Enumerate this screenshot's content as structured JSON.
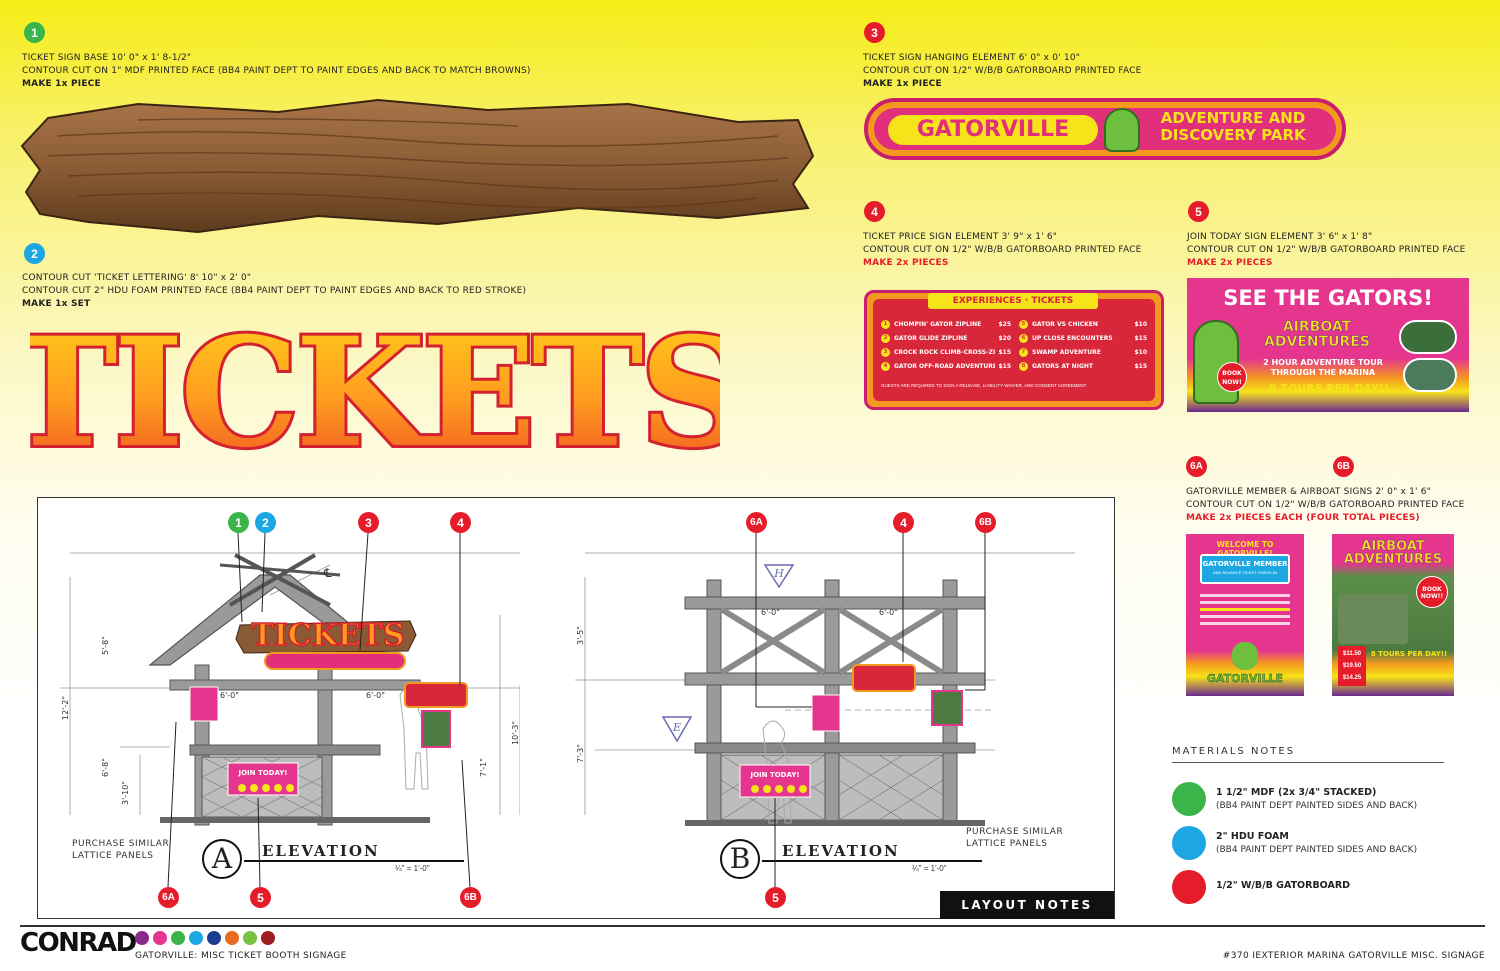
{
  "items": {
    "i1": {
      "num": "1",
      "line1": "TICKET SIGN BASE 10' 0\" x 1' 8-1/2\"",
      "line2": "CONTOUR CUT ON 1\" MDF PRINTED FACE (BB4 PAINT DEPT TO PAINT EDGES AND BACK TO MATCH BROWNS)",
      "make": "MAKE 1x PIECE"
    },
    "i2": {
      "num": "2",
      "line1": "CONTOUR CUT 'TICKET LETTERING' 8' 10\" x 2' 0\"",
      "line2": "CONTOUR CUT 2\" HDU FOAM PRINTED FACE (BB4 PAINT DEPT TO PAINT EDGES AND BACK TO RED STROKE)",
      "make": "MAKE 1x SET",
      "lettering": "TICKETS"
    },
    "i3": {
      "num": "3",
      "line1": "TICKET SIGN HANGING ELEMENT 6' 0\" x 0' 10\"",
      "line2": "CONTOUR CUT ON 1/2\" W/B/B GATORBOARD PRINTED FACE",
      "make": "MAKE 1x PIECE",
      "sign_left": "GATORVILLE",
      "sign_right1": "ADVENTURE AND",
      "sign_right2": "DISCOVERY PARK"
    },
    "i4": {
      "num": "4",
      "line1": "TICKET PRICE SIGN ELEMENT 3' 9\" x 1' 6\"",
      "line2": "CONTOUR CUT ON 1/2\" W/B/B GATORBOARD PRINTED FACE",
      "make": "MAKE 2x PIECES",
      "board_title": "EXPERIENCES · TICKETS",
      "left_items": [
        {
          "n": "1",
          "name": "CHOMPIN' GATOR ZIPLINE",
          "price": "$25"
        },
        {
          "n": "2",
          "name": "GATOR GLIDE ZIPLINE",
          "price": "$20"
        },
        {
          "n": "3",
          "name": "CROCK ROCK CLIMB-CROSS-ZIP",
          "price": "$15"
        },
        {
          "n": "4",
          "name": "GATOR OFF-ROAD ADVENTURE",
          "price": "$15"
        }
      ],
      "right_items": [
        {
          "n": "5",
          "name": "GATOR VS CHICKEN",
          "price": "$10"
        },
        {
          "n": "6",
          "name": "UP CLOSE ENCOUNTERS",
          "price": "$15"
        },
        {
          "n": "7",
          "name": "SWAMP ADVENTURE",
          "price": "$10"
        },
        {
          "n": "8",
          "name": "GATORS AT NIGHT",
          "price": "$15"
        }
      ],
      "footnote": "GUESTS ARE REQUIRED TO SIGN A RELEASE, LIABILITY WAIVER, AND CONSENT AGREEMENT."
    },
    "i5": {
      "num": "5",
      "line1": "JOIN TODAY SIGN ELEMENT 3' 6\" x 1' 8\"",
      "line2": "CONTOUR CUT ON 1/2\" W/B/B GATORBOARD PRINTED FACE",
      "make": "MAKE 2x PIECES",
      "headline": "SEE THE GATORS!",
      "brand1": "AIRBOAT",
      "brand2": "ADVENTURES",
      "tour1": "2 HOUR ADVENTURE TOUR",
      "tour2": "THROUGH THE MARINA",
      "book": "BOOK NOW!",
      "tours": "8 TOURS PER DAY!!"
    },
    "i6": {
      "numA": "6A",
      "numB": "6B",
      "line1": "GATORVILLE MEMBER & AIRBOAT SIGNS 2' 0\" x 1' 6\"",
      "line2": "CONTOUR CUT ON 1/2\" W/B/B GATORBOARD PRINTED FACE",
      "make": "MAKE 2x PIECES EACH (FOUR TOTAL PIECES)",
      "a_top": "WELCOME TO GATORVILLE!",
      "a_member": "GATORVILLE MEMBER",
      "a_sub": "AND ADVANCE TICKET CHECK-IN",
      "a_brand": "GATORVILLE",
      "b_brand1": "AIRBOAT",
      "b_brand2": "ADVENTURES",
      "b_book": "BOOK NOW!!",
      "b_tours": "8 TOURS PER DAY!!",
      "b_prices": [
        "$11.50",
        "$19.50",
        "$14.25"
      ]
    }
  },
  "elevations": {
    "a_letter": "A",
    "b_letter": "B",
    "label": "ELEVATION",
    "scale": "¼\" = 1'-0\"",
    "lattice_note1": "PURCHASE SIMILAR",
    "lattice_note2": "LATTICE PANELS",
    "join": "JOIN TODAY!",
    "dims": {
      "d1": "6'-0\"",
      "d2": "6'-0\"",
      "h1": "12'-2\"",
      "h2": "10'-3\"",
      "h3": "7'-1\"",
      "h4": "6'-8\"",
      "h5": "3'-10\"",
      "h6": "5'-8\"",
      "b1": "6'-0\"",
      "b2": "6'-0\"",
      "b3": "7'-3\"",
      "b4": "3'-5\""
    },
    "markers": {
      "h": "H",
      "e": "E",
      "cl": "℄"
    }
  },
  "layout_notes": "LAYOUT NOTES",
  "materials": {
    "title": "MATERIALS NOTES",
    "rows": [
      {
        "color": "#3bb54a",
        "name": "1  1/2\" MDF (2x 3/4\" STACKED)",
        "detail": "(BB4 PAINT DEPT PAINTED SIDES AND BACK)"
      },
      {
        "color": "#1ca7e3",
        "name": "2\" HDU FOAM",
        "detail": "(BB4 PAINT DEPT PAINTED SIDES AND BACK)"
      },
      {
        "color": "#e51d2a",
        "name": "1/2\" W/B/B GATORBOARD",
        "detail": ""
      }
    ]
  },
  "footer": {
    "logo": "CONRAD",
    "project": "GATORVILLE: MISC TICKET BOOTH SIGNAGE",
    "job": "#370 IEXTERIOR MARINA GATORVILLE MISC. SIGNAGE",
    "dots": [
      "#8b2a8e",
      "#e5358e",
      "#3bb54a",
      "#1ca7e3",
      "#1a3d8f",
      "#e86b1f",
      "#7cc242",
      "#9e1b1f"
    ]
  },
  "colors": {
    "green": "#3bb54a",
    "blue": "#1ca7e3",
    "red": "#e51d2a",
    "wood": "#8a5a34",
    "pink": "#e5358e",
    "purple": "#6b2b8f"
  }
}
